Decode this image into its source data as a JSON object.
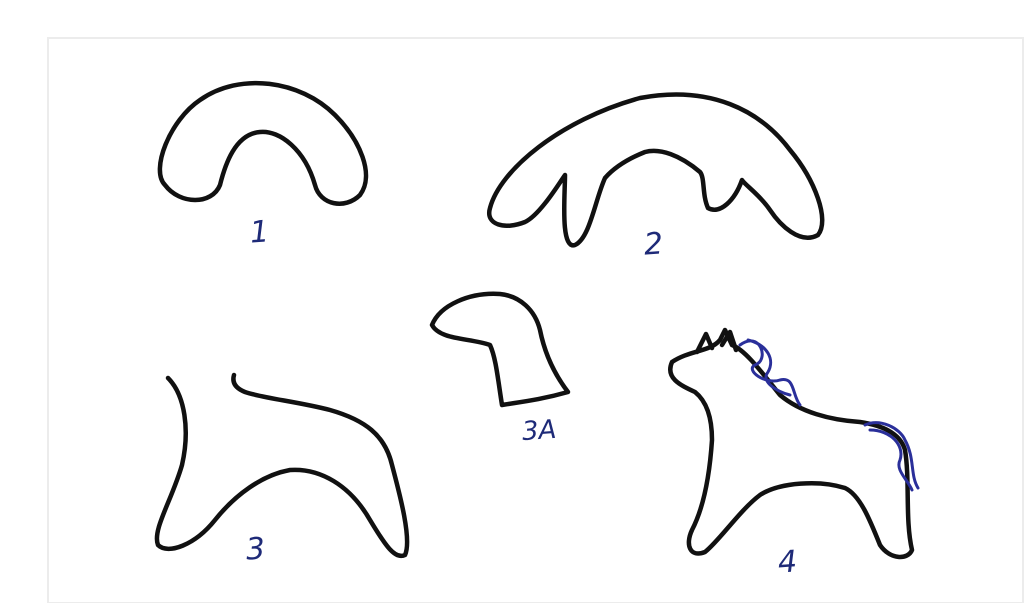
{
  "labels": {
    "shape1": "1",
    "shape2": "2",
    "shape3": "3",
    "shape3a": "3A",
    "shape4": "4"
  },
  "colors": {
    "outline": "#111111",
    "label_ink": "#1e2a78",
    "mane_ink": "#2a2f9a"
  }
}
